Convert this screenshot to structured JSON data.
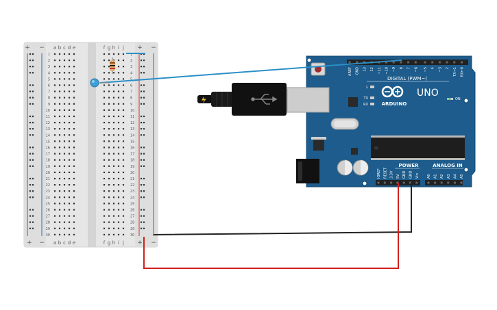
{
  "breadboard": {
    "plus_label": "+",
    "minus_label": "−",
    "column_letters": [
      "a",
      "b",
      "c",
      "d",
      "e",
      "f",
      "g",
      "h",
      "i",
      "j"
    ],
    "row_numbers": [
      "1",
      "2",
      "3",
      "4",
      "5",
      "6",
      "7",
      "8",
      "9",
      "10",
      "11",
      "12",
      "13",
      "14",
      "15",
      "16",
      "17",
      "18",
      "19",
      "20",
      "21",
      "22",
      "23",
      "24",
      "25",
      "26",
      "27",
      "28",
      "29",
      "30"
    ]
  },
  "arduino": {
    "brand": "ARDUINO",
    "model": "UNO",
    "digital_header_label": "DIGITAL (PWM~)",
    "power_header_label": "POWER",
    "analog_header_label": "ANALOG IN",
    "on_label": "ON",
    "led_labels": [
      "L",
      "TX",
      "RX"
    ],
    "digital_pins": [
      "AREF",
      "GND",
      "13",
      "12",
      "~11",
      "~10",
      "~9",
      "8",
      "7",
      "~6",
      "~5",
      "4",
      "~3",
      "2",
      "TX→1",
      "RX←0"
    ],
    "power_pins": [
      "IOREF",
      "RESET",
      "3.3V",
      "5V",
      "GND",
      "GND",
      "Vin"
    ],
    "analog_pins": [
      "A0",
      "A1",
      "A2",
      "A3",
      "A4",
      "A5"
    ]
  },
  "colors": {
    "breadboard": "#e6e6e6",
    "rail_red": "#d0312d",
    "rail_blue": "#2a6ebb",
    "board_blue": "#1d5c8c",
    "wire_blue": "#2b8fc7",
    "wire_red": "#d21f1f",
    "wire_black": "#222222",
    "led_color": "#3f9fd4"
  }
}
